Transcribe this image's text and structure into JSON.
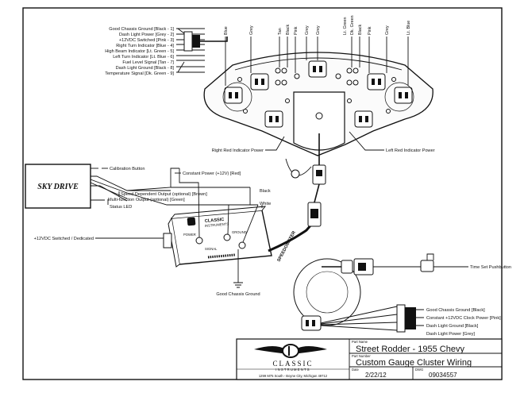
{
  "connector_pins": [
    "Good Chassis Ground  [Black - 1]",
    "Dash Light Power  [Grey - 2]",
    "+12VDC Switched  [Pink - 3]",
    "Right Turn Indicator  [Blue - 4]",
    "High Beam Indicator  [Lt. Green - 5]",
    "Left Turn Indicator  [Lt. Blue - 6]",
    "Fuel Level Signal  [Tan - 7]",
    "Dash Light Ground  [Black - 8]",
    "Temperature Signal  [Dk. Green - 9]"
  ],
  "top_wire_labels": [
    "Blue",
    "Grey",
    "Tan",
    "Black",
    "Pink",
    "Grey",
    "Grey",
    "Dk. Green",
    "Black",
    "Pink",
    "Grey",
    "Lt. Blue",
    "Lt. Green"
  ],
  "right_indicator_label": "Right Red Indicator Power",
  "left_indicator_label": "Left Red Indicator Power",
  "sky_drive": {
    "logo": "SKY DRIVE",
    "calibration_button": "Calibration Button",
    "speed_output": "Speed Dependent Output  (optional) [Brown]",
    "multi_output": "Multi-function Output  (optional) [Green]",
    "status_led": "Status LED"
  },
  "module": {
    "constant_power": "Constant Power (+12V) [Red]",
    "black": "Black",
    "white": "White",
    "switched": "+12VDC  Switched / Dedicated",
    "good_chassis_ground": "Good Chassis Ground",
    "brand_line1": "CLASSIC",
    "brand_line2": "INSTRUMENTS",
    "terminal_power": "POWER",
    "terminal_ground": "GROUND",
    "terminal_signal": "SIGNAL",
    "speedometer": "SPEEDOMETER"
  },
  "clock_harness": {
    "time_set": "Time Set Pushbutton",
    "lines": [
      "Good Chassis Ground  [Black]",
      "Constant +12VDC Clock Power  [Pink]",
      "Dash Light Ground  [Black]",
      "Dash Light Power  [Grey]"
    ]
  },
  "title_block": {
    "company_line1": "CLASSIC",
    "company_line2": "INSTRUMENTS",
    "address": "1299 M75 South - Boyne City, Michigan  49712",
    "part_name_caption": "Part Name",
    "part_name": "Street Rodder  -  1955 Chevy",
    "part_number_caption": "Part Number",
    "part_number": "Custom Gauge Cluster Wiring",
    "date_caption": "Date",
    "date": "2/22/12",
    "dwg_caption": "DWG",
    "dwg": "09034557"
  }
}
